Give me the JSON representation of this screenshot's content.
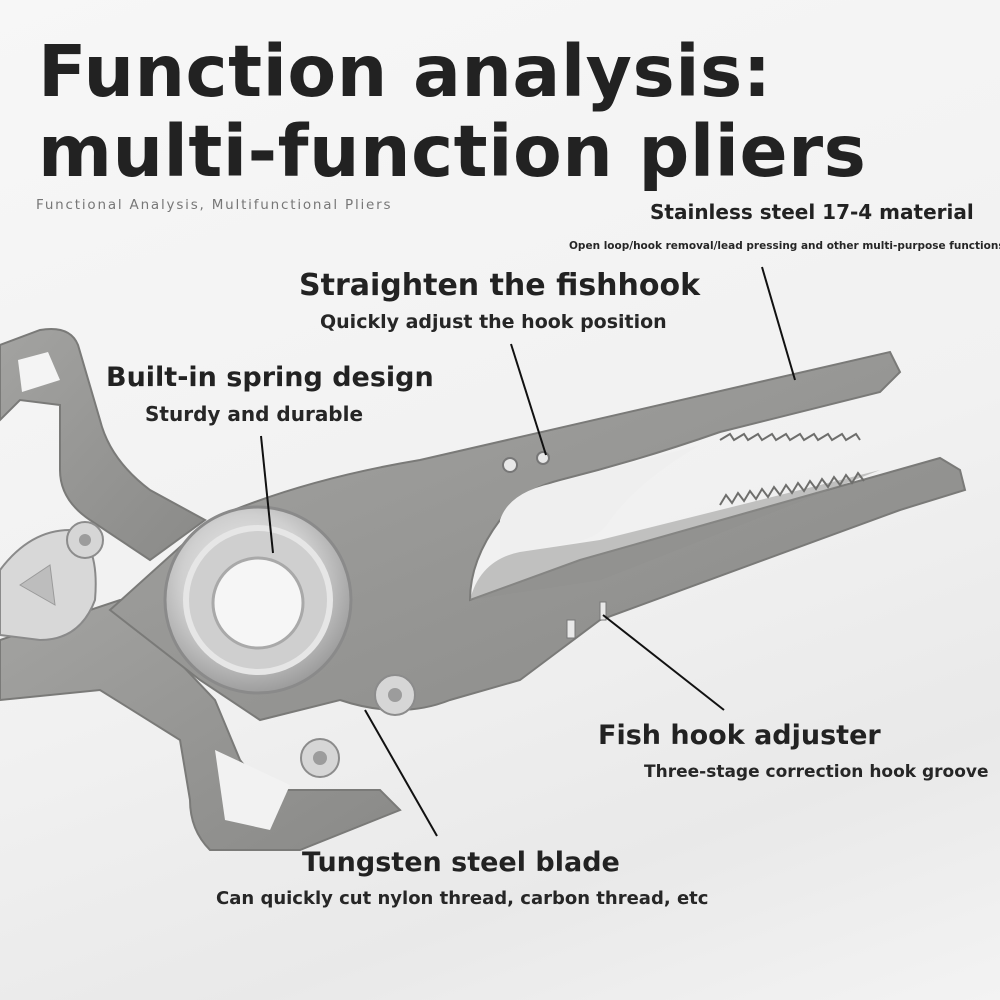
{
  "header": {
    "title_line1": "Function analysis:",
    "title_line2": "multi-function pliers",
    "subtitle": "Functional Analysis, Multifunctional Pliers"
  },
  "callouts": [
    {
      "id": "material",
      "heading": "Stainless steel 17-4 material",
      "detail": "Open loop/hook removal/lead pressing and other multi-purpose functions"
    },
    {
      "id": "straighten",
      "heading": "Straighten the fishhook",
      "detail": "Quickly adjust the hook position"
    },
    {
      "id": "spring",
      "heading": "Built-in spring design",
      "detail": "Sturdy and durable"
    },
    {
      "id": "adjuster",
      "heading": "Fish hook adjuster",
      "detail": "Three-stage correction hook groove"
    },
    {
      "id": "blade",
      "heading": "Tungsten steel blade",
      "detail": "Can quickly cut nylon thread, carbon thread, etc"
    }
  ],
  "colors": {
    "text": "#222222",
    "metal": "#9a9a98",
    "metal_dark": "#7d7d7b",
    "metal_light": "#c8c8c6"
  }
}
